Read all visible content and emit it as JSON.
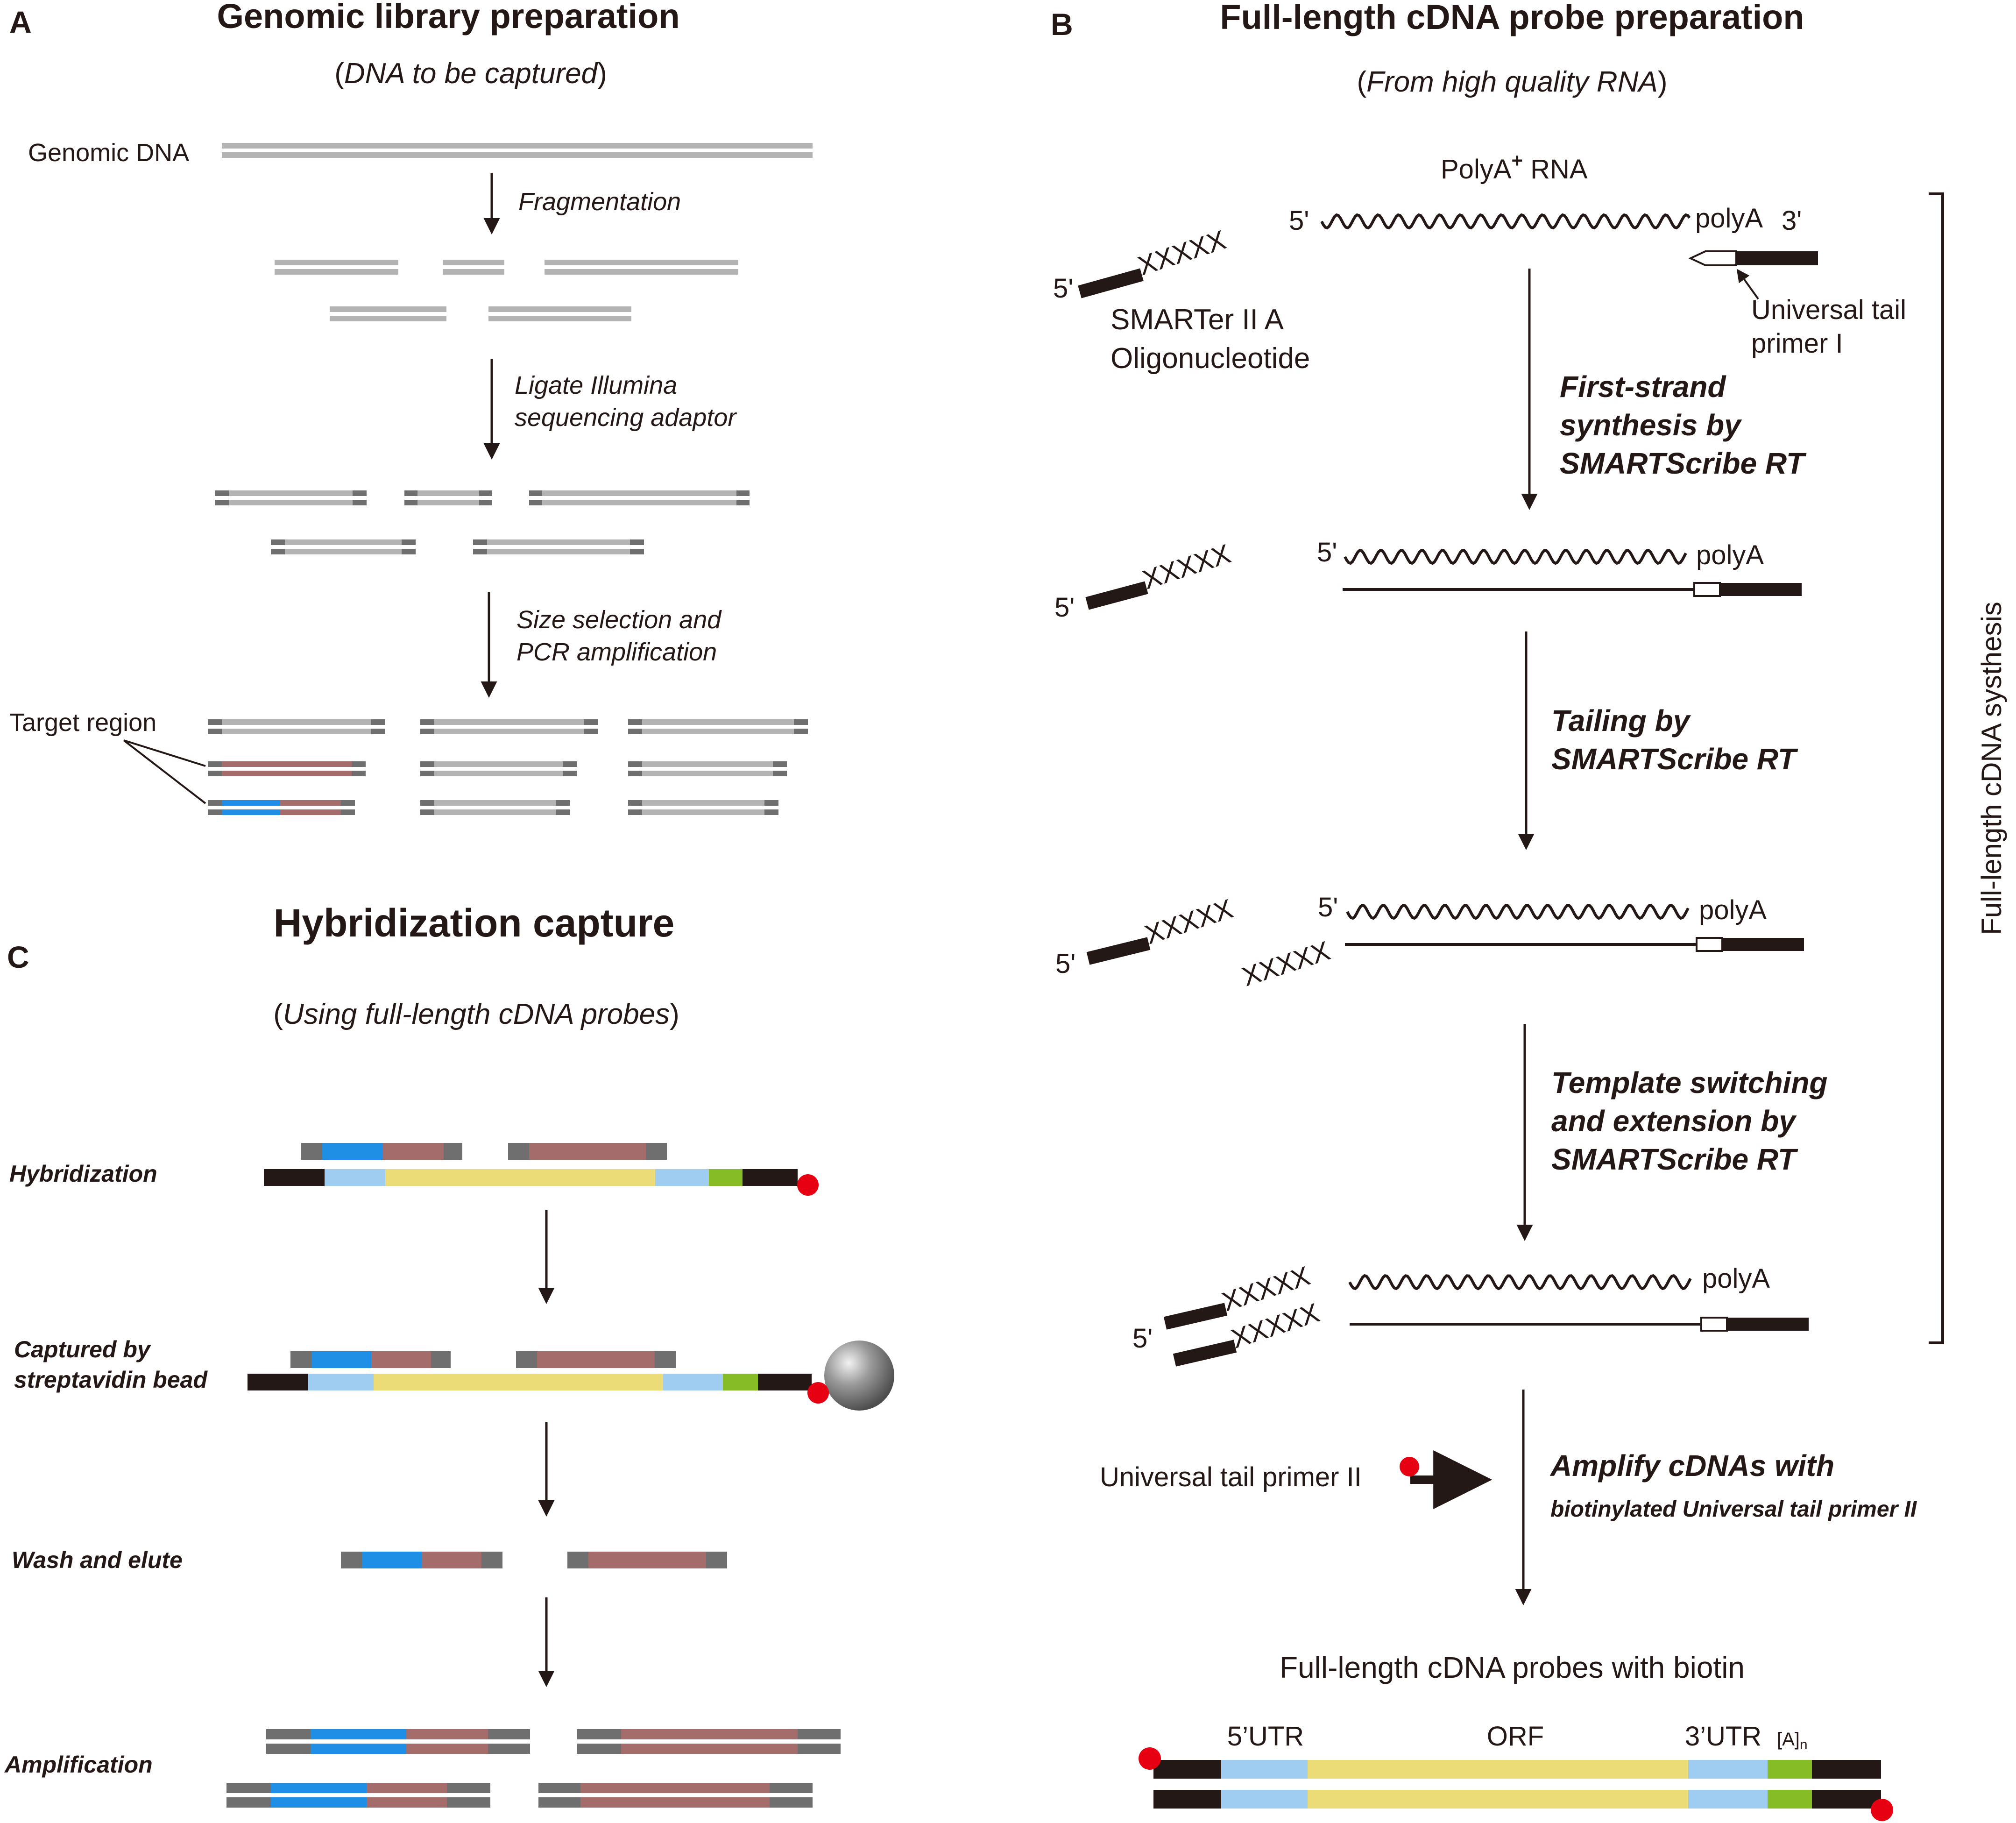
{
  "colors": {
    "dna_gray": "#b3b3b3",
    "adaptor_dark": "#6f6f6f",
    "target_rose": "#a56c6c",
    "target_blue": "#1f8fe6",
    "probe_black": "#231815",
    "utr_lightblue": "#9fcdf2",
    "orf_yellow": "#ebdc78",
    "polya_green": "#86bc25",
    "biotin_red": "#e60012",
    "bead_gray": "#8a8a8a",
    "text": "#231815"
  },
  "panel_a": {
    "letter": "A",
    "title": "Genomic library preparation",
    "subtitle": "DNA to be captured",
    "genomic_dna_label": "Genomic DNA",
    "step1": "Fragmentation",
    "step2_line1": "Ligate Illumina",
    "step2_line2": "sequencing adaptor",
    "step3_line1": "Size selection and",
    "step3_line2": "PCR amplification",
    "target_label": "Target region"
  },
  "panel_b": {
    "letter": "B",
    "title": "Full-length cDNA probe preparation",
    "subtitle": "From high quality RNA",
    "rna_label_pre": "PolyA",
    "rna_label_sup": "+",
    "rna_label_post": " RNA",
    "five_prime": "5'",
    "three_prime": "3'",
    "polya": "polyA",
    "xxxxx": "XXXXX",
    "smarter_line1": "SMARTer II A",
    "smarter_line2": "Oligonucleotide",
    "primer1_line1": "Universal tail",
    "primer1_line2": "primer I",
    "step1_line1": "First-strand",
    "step1_line2": "synthesis by",
    "step1_line3": "SMARTScribe RT",
    "step2_line1": "Tailing by",
    "step2_line2": "SMARTScribe RT",
    "step3_line1": "Template switching",
    "step3_line2": "and extension by",
    "step3_line3": "SMARTScribe RT",
    "side_label": "Full-length cDNA systhesis",
    "primer2_label": "Universal tail primer II",
    "amplify_line1": "Amplify cDNAs with",
    "amplify_line2": "biotinylated Universal tail primer II",
    "final_label": "Full-length cDNA probes with biotin",
    "utr5": "5’UTR",
    "orf": "ORF",
    "utr3": "3’UTR",
    "an_pre": "[A]",
    "an_sub": "n"
  },
  "panel_c": {
    "letter": "C",
    "title": "Hybridization capture",
    "subtitle": "Using full-length cDNA probes",
    "hybridization": "Hybridization",
    "captured_line1": "Captured by",
    "captured_line2": "streptavidin bead",
    "wash": "Wash and elute",
    "amplification": "Amplification"
  }
}
